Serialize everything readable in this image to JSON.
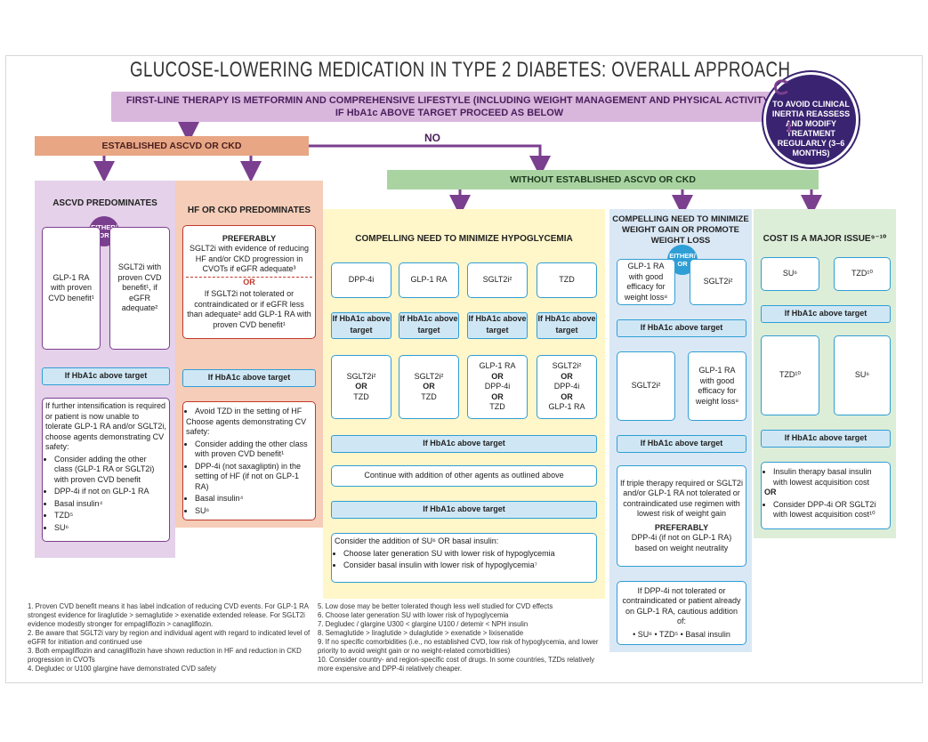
{
  "title": "GLUCOSE-LOWERING MEDICATION IN TYPE 2 DIABETES: OVERALL APPROACH",
  "first_line": {
    "line1": "FIRST-LINE THERAPY IS METFORMIN AND COMPREHENSIVE LIFESTYLE (INCLUDING WEIGHT MANAGEMENT AND PHYSICAL ACTIVITY)",
    "line2": "IF HbA1c ABOVE TARGET PROCEED AS BELOW"
  },
  "reassess": "TO AVOID CLINICAL INERTIA REASSESS AND MODIFY TREATMENT REGULARLY (3–6 MONTHS)",
  "established": "ESTABLISHED ASCVD OR CKD",
  "no_label": "NO",
  "without": "WITHOUT ESTABLISHED ASCVD OR CKD",
  "ascvd": {
    "header": "ASCVD PREDOMINATES",
    "either": "EITHER/ OR",
    "opt1": "GLP-1 RA with proven CVD benefit¹",
    "opt2": "SGLT2i with proven CVD benefit¹, if eGFR adequate²",
    "above": "If HbA1c above target",
    "intro": "If further intensification is required or patient is now unable to tolerate GLP-1 RA and/or SGLT2i, choose agents demonstrating CV safety:",
    "items": [
      "Consider adding the other class (GLP-1 RA or SGLT2i) with proven CVD benefit",
      "DPP-4i if not on GLP-1 RA",
      "Basal insulin⁴",
      "TZD⁵",
      "SU⁶"
    ]
  },
  "hf": {
    "header": "HF OR CKD PREDOMINATES",
    "preferably": "PREFERABLY",
    "pref_text": "SGLT2i with evidence of reducing HF and/or CKD progression in CVOTs if eGFR adequate³",
    "or": "OR",
    "alt_text": "If SGLT2i not tolerated or contraindicated or if eGFR less than adequate² add GLP-1 RA with proven CVD benefit¹",
    "above": "If HbA1c above target",
    "item_avoid": "Avoid TZD in the setting of HF",
    "choose": "Choose agents demonstrating CV safety:",
    "items": [
      "Consider adding the other class with proven CVD benefit¹",
      "DPP-4i (not saxagliptin) in the setting of HF (if not on GLP-1 RA)",
      "Basal insulin⁴",
      "SU⁶"
    ]
  },
  "hypo": {
    "header": "COMPELLING NEED TO MINIMIZE HYPOGLYCEMIA",
    "drugs": [
      "DPP-4i",
      "GLP-1 RA",
      "SGLT2i²",
      "TZD"
    ],
    "above": "If HbA1c above target",
    "second": [
      [
        "SGLT2i²",
        "OR",
        "TZD"
      ],
      [
        "SGLT2i²",
        "OR",
        "TZD"
      ],
      [
        "GLP-1 RA",
        "OR",
        "DPP-4i",
        "OR",
        "TZD"
      ],
      [
        "SGLT2i²",
        "OR",
        "DPP-4i",
        "OR",
        "GLP-1 RA"
      ]
    ],
    "above_wide": "If HbA1c above target",
    "continue": "Continue with addition of other agents as outlined above",
    "consider": "Consider the addition of SU⁶ OR basal insulin:",
    "items": [
      "Choose later generation SU with lower risk of hypoglycemia",
      "Consider basal insulin with lower risk of hypoglycemia⁷"
    ]
  },
  "weight": {
    "header": "COMPELLING NEED TO MINIMIZE WEIGHT GAIN OR PROMOTE WEIGHT LOSS",
    "either": "EITHER/ OR",
    "opt1": "GLP-1 RA with good efficacy for weight loss⁸",
    "opt2": "SGLT2i²",
    "above": "If HbA1c above target",
    "second1": "SGLT2i²",
    "second2": "GLP-1 RA with good efficacy for weight loss⁸",
    "triple": "If triple therapy required or SGLT2i and/or GLP-1 RA not tolerated or contraindicated use regimen with lowest risk of weight gain",
    "preferably": "PREFERABLY",
    "dpp": "DPP-4i (if not on GLP-1 RA) based on weight neutrality",
    "if_dpp": "If DPP-4i not tolerated or contraindicated or patient already on GLP-1 RA, cautious addition of:",
    "final": "• SU⁶  • TZD⁵  • Basal insulin"
  },
  "cost": {
    "header": "COST IS A MAJOR ISSUE⁹⁻¹⁰",
    "drugs": [
      "SU⁶",
      "TZD¹⁰"
    ],
    "above": "If HbA1c above target",
    "second": [
      "TZD¹⁰",
      "SU⁶"
    ],
    "insulin": "Insulin therapy basal insulin with lowest acquisition cost",
    "or": "OR",
    "consider": "Consider DPP-4i OR SGLT2i with lowest acquisition cost¹⁰"
  },
  "footnotes_left": [
    "1.  Proven CVD benefit means it has label indication of reducing CVD events. For GLP-1 RA strongest evidence for liraglutide > semaglutide > exenatide extended release. For SGLT2i evidence modestly stronger for empagliflozin > canagliflozin.",
    "2.  Be aware that SGLT2i vary by region and individual agent with regard to indicated level of eGFR for initiation and continued use",
    "3.  Both empagliflozin and canagliflozin have shown reduction in HF and reduction in CKD progression in CVOTs",
    "4.  Degludec or U100 glargine have demonstrated CVD safety"
  ],
  "footnotes_right": [
    "5.  Low dose may be better tolerated though less well studied for CVD effects",
    "6.  Choose later generation SU with lower risk of hypoglycemia",
    "7.  Degludec / glargine U300 < glargine U100 / detemir < NPH insulin",
    "8.  Semaglutide > liraglutide > dulaglutide > exenatide > lixisenatide",
    "9.  If no specific comorbidities (i.e., no established CVD, low risk of hypoglycemia, and lower priority to avoid weight gain or no weight-related comorbidities)",
    "10. Consider country- and region-specific cost of drugs. In some countries, TZDs relatively more expensive and DPP-4i relatively cheaper."
  ],
  "colors": {
    "purple": "#7b3f8f",
    "orange": "#e8a684",
    "green": "#a9d4a2",
    "blue": "#2f9ed5",
    "navy": "#3a2371"
  }
}
